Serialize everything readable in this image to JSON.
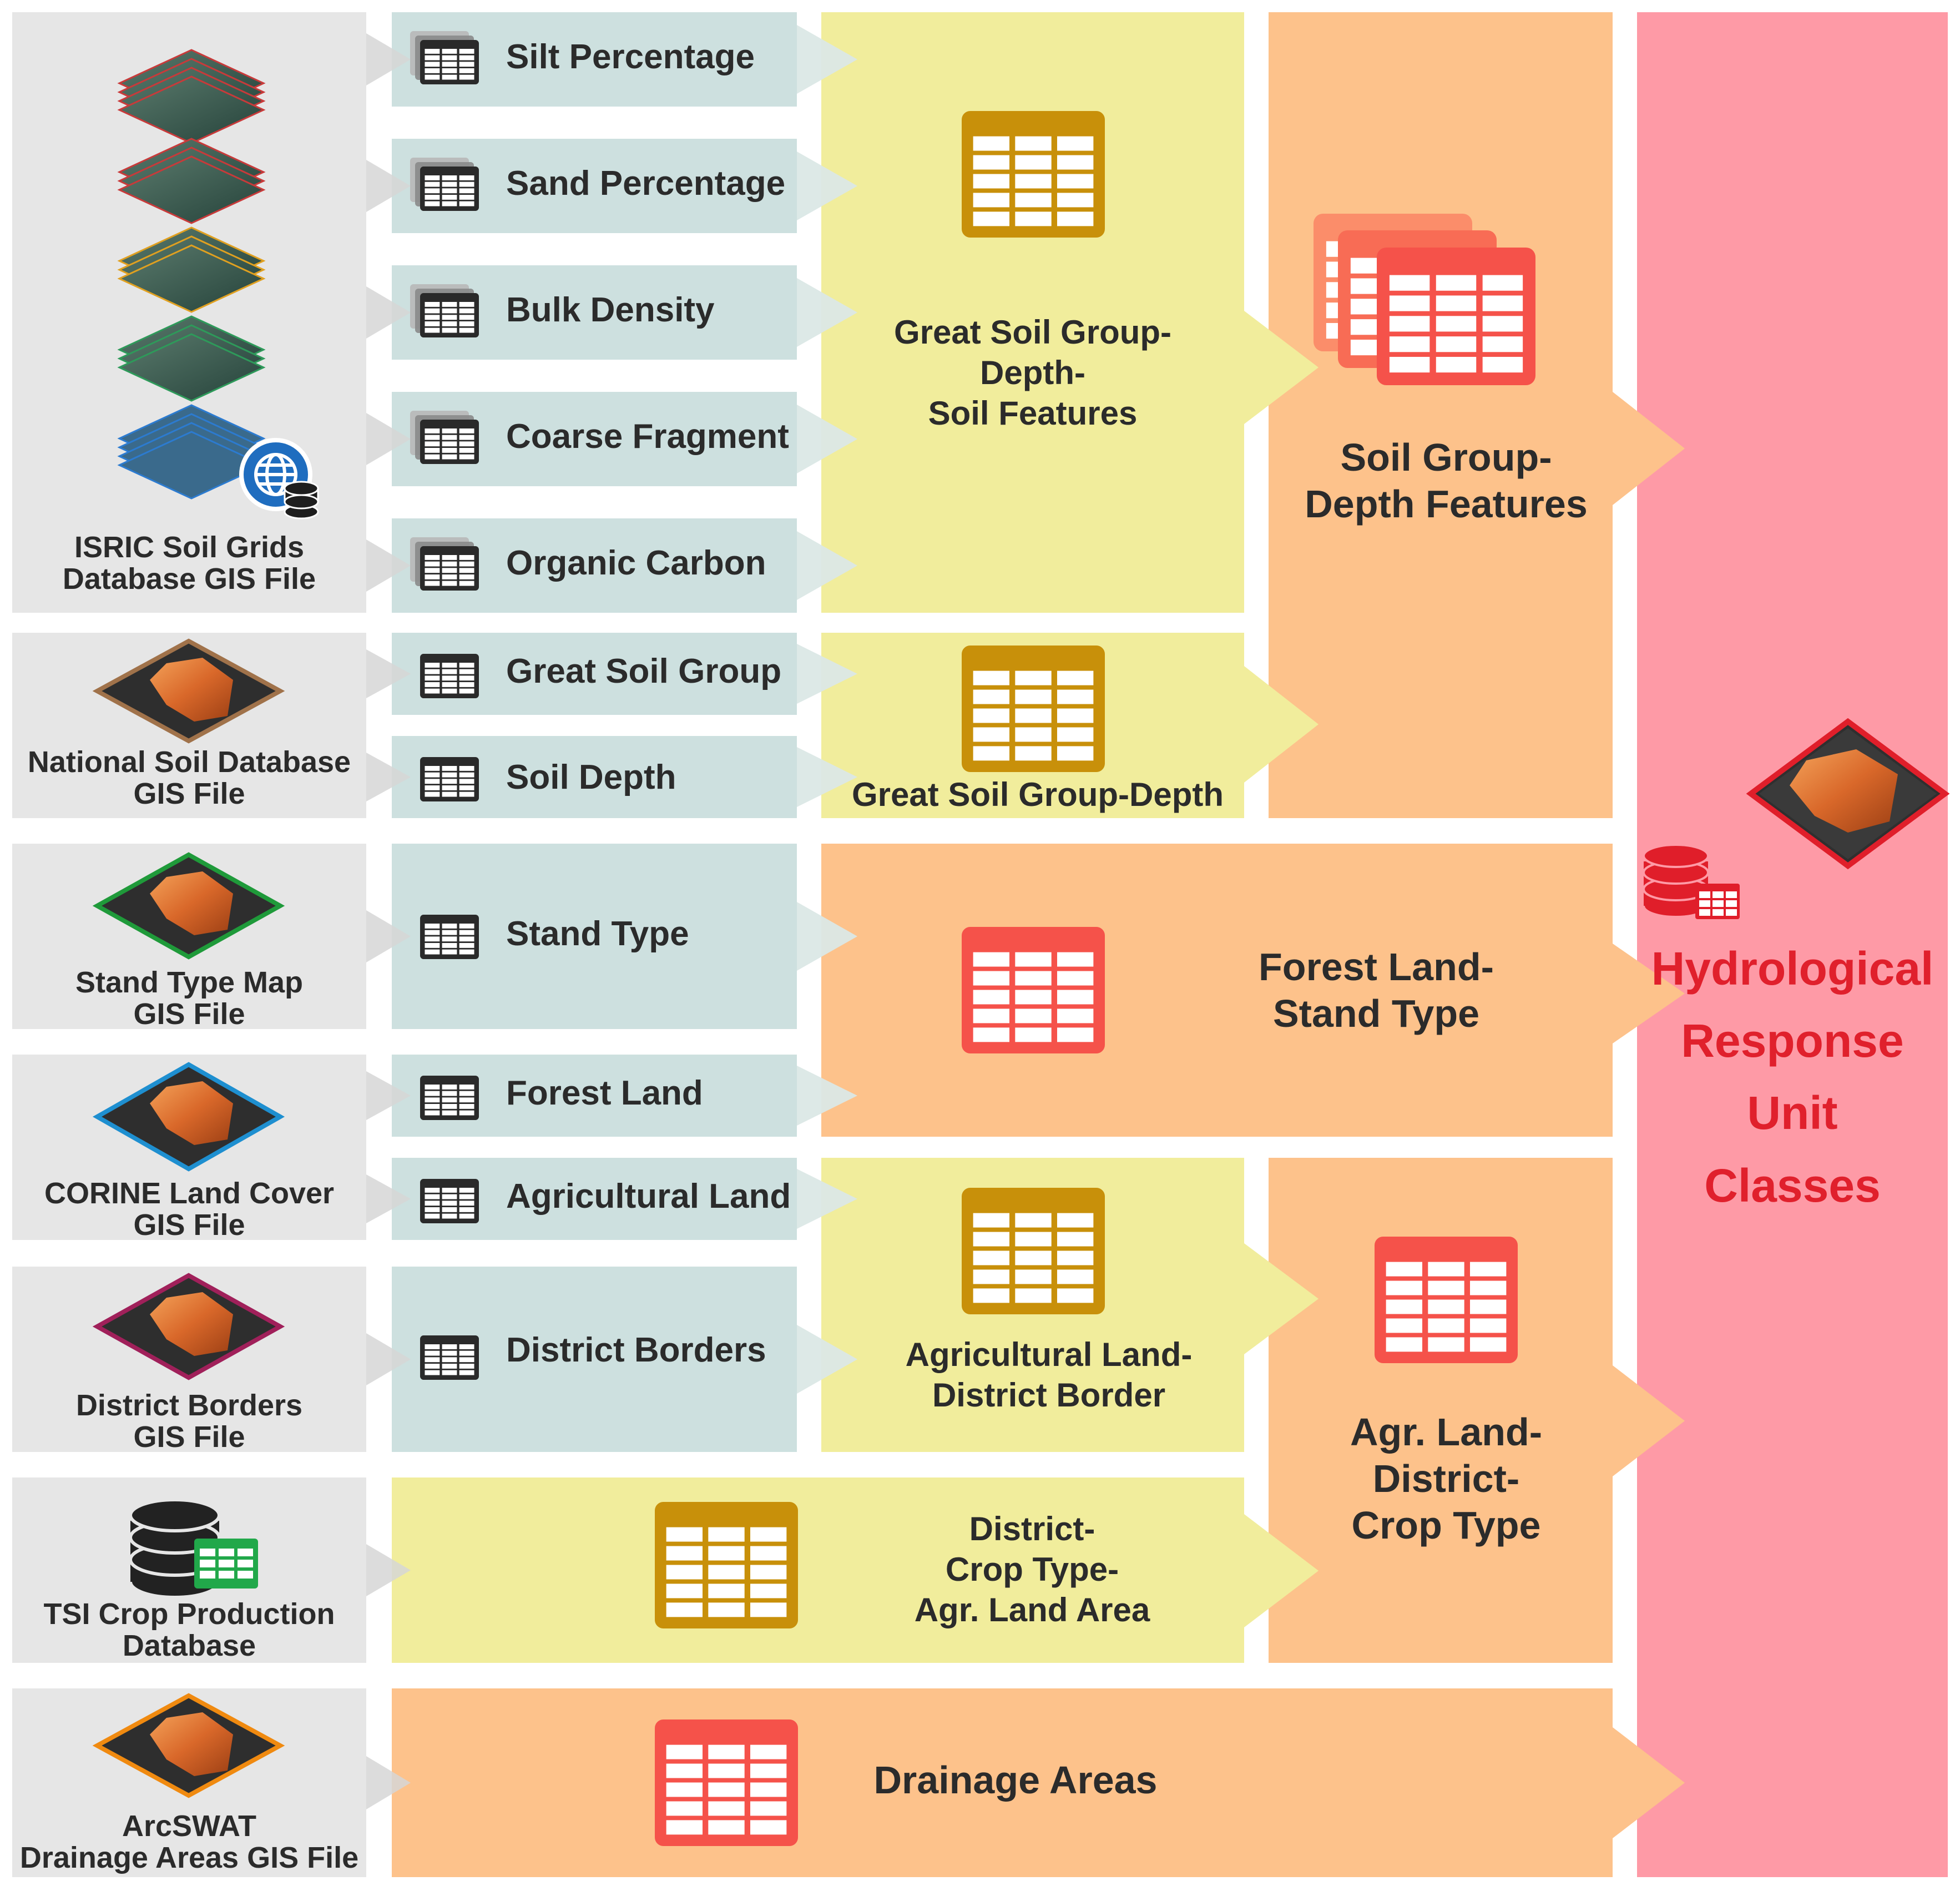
{
  "sources": {
    "isric": "ISRIC Soil Grids\nDatabase GIS File",
    "national": "National Soil Database\nGIS File",
    "stand": "Stand Type Map\nGIS File",
    "corine": "CORINE Land Cover\nGIS File",
    "district": "District Borders\nGIS File",
    "tsi": "TSI Crop Production\nDatabase",
    "arcswat": "ArcSWAT\nDrainage Areas GIS File"
  },
  "attributes": {
    "silt": "Silt Percentage",
    "sand": "Sand Percentage",
    "bulk": "Bulk Density",
    "coarse": "Coarse Fragment",
    "organic": "Organic Carbon",
    "great_soil_group": "Great Soil Group",
    "soil_depth": "Soil Depth",
    "stand_type": "Stand Type",
    "forest_land": "Forest Land",
    "agricultural_land": "Agricultural Land",
    "district_borders": "District Borders"
  },
  "intermediate": {
    "gsg_depth_features": "Great Soil Group-\nDepth-\nSoil Features",
    "gsg_depth": "Great Soil Group-Depth",
    "agr_district": "Agricultural Land-\nDistrict Border",
    "district_crop_area": "District-\nCrop Type-\nAgr. Land Area"
  },
  "combined": {
    "soil_group_depth": "Soil Group-\nDepth Features",
    "forest_stand": "Forest Land-\nStand Type",
    "agr_district_crop": "Agr. Land-\nDistrict-\nCrop Type",
    "drainage": "Drainage Areas"
  },
  "output": {
    "hru": "Hydrological\nResponse Unit\nClasses"
  },
  "colors": {
    "source_bg": "#e6e6e6",
    "attribute_bg": "#cde0df",
    "intermediate_bg": "#f1ed9c",
    "combined_bg": "#fdc28b",
    "output_bg": "#fe9aa6",
    "table_gold": "#c8900a",
    "table_red": "#f5524a",
    "hru_text": "#e0202c"
  },
  "icons": {
    "attribute_table": "table-icon",
    "intermediate_table": "gold-table-icon",
    "combined_table": "red-table-icon",
    "map_layer": "map-layer-icon",
    "database": "database-icon",
    "globe": "globe-icon"
  }
}
